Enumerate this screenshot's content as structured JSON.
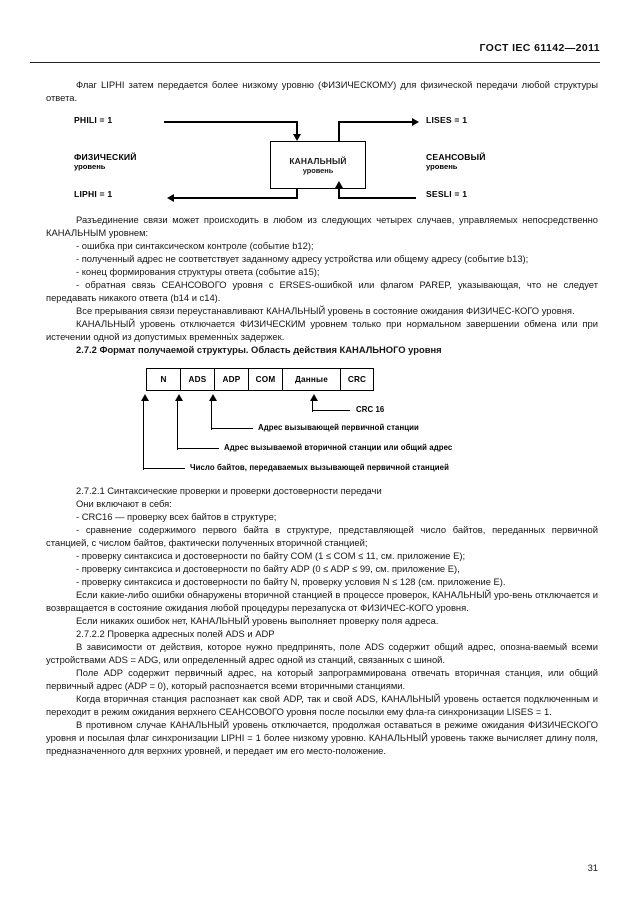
{
  "header": {
    "standard_title": "ГОСТ IEC 61142—2011"
  },
  "intro": {
    "para1": "Флаг LIPHI затем  передается более  низкому уровню (ФИЗИЧЕСКОМУ) для  физической передачи любой структуры ответа."
  },
  "layer_diagram": {
    "top_left_flag": "PHILI = 1",
    "top_right_flag": "LISES = 1",
    "bottom_left_flag": "LIPHI = 1",
    "bottom_right_flag": "SESLI = 1",
    "left_layer_name": "ФИЗИЧЕСКИЙ",
    "left_layer_sub": "уровень",
    "right_layer_name": "СЕАНСОВЫЙ",
    "right_layer_sub": "уровень",
    "center_box_line1": "КАНАЛЬНЫЙ",
    "center_box_line2": "уровень"
  },
  "body": {
    "para_disconnect": "Разъединение связи  может  происходить в  любом из следующих  четырех случаев, управляемых непосредственно КАНАЛЬНЫМ уровнем:",
    "bullet_b12": "- ошибка при синтаксическом контроле (событие b12);",
    "bullet_b13": "- полученный адрес  не соответствует заданному адресу  устройства или общему адресу  (событие b13);",
    "bullet_a15": "- конец формирования структуры ответа (событие  a15);",
    "bullet_b14c14": "- обратная связь  СЕАНСОВОГО уровня с ERSES-ошибкой или флагом  PAREP, указывающая, что не следует  передавать никакого ответа (b14 и c14).",
    "para_all_interrupts": "Все прерывания связи  переустанавливают КАНАЛЬНЫЙ уровень в состояние ожидания ФИЗИЧЕС-КОГО уровня.",
    "para_link_off": "КАНАЛЬНЫЙ  уровень  отключается  ФИЗИЧЕСКИМ уровнем только при нормальном завершении обмена  или  при  истечении  одной из  допустимых временны́х задержек.",
    "section_272": "2.7.2 Формат получаемой структуры. Область действия КАНАЛЬНОГО уровня",
    "section_2721": "2.7.2.1 Синтаксические проверки и  проверки достоверности передачи",
    "para_include": "Они включают в себя:",
    "bullet_crc16": "- CRC16 — проверку всех байтов в структуре;",
    "bullet_compare": "- сравнение содержимого первого байта в структуре,  представляющей число байтов, переданных первичной станцией, с числом байтов, фактически полученных вторичной станцией;",
    "bullet_com": "- проверку синтаксиса и достоверности по байту COM (1 ≤ COM ≤ 11, см. приложение E);",
    "bullet_adp": "- проверку синтаксиса и достоверности по байту ADP  (0 ≤ ADP ≤ 99, см. приложение E),",
    "bullet_n": "- проверку синтаксиса и достоверности по байту N,   проверку  условия N ≤ 128  (см. приложение E).",
    "para_errors": "Если  какие-либо ошибки обнаружены вторичной станцией в процессе проверок,  КАНАЛЬНЫЙ уро-вень  отключается  и  возвращается  в  состояние  ожидания любой процедуры перезапуска от ФИЗИЧЕС-КОГО уровня.",
    "para_no_errors": "Если  никаких ошибок нет, КАНАЛЬНЫЙ уровень выполняет проверку поля адреса.",
    "section_2722": "2.7.2.2  Проверка адресных полей  ADS и ADP",
    "para_ads": "В зависимости  от действия, которое нужно предпринять, поле ADS  содержит общий адрес, опозна-ваемый всеми устройствами ADS = ADG, или определенный адрес  одной из  станций,  связанных с шиной.",
    "para_adp": "Поле ADP  содержит первичный адрес, на который запрограммирована отвечать вторичная станция, или общий первичный адрес  (ADP = 0),  который распознается всеми вторичными станциями.",
    "para_recognize": "Когда вторичная станция распознает как свой ADP, так и свой ADS,  КАНАЛЬНЫЙ уровень остается подключенным и переходит в  режим ожидания  верхнего СЕАНСОВОГО уровня после посылки ему фла-га синхронизации LISES = 1.",
    "para_otherwise": "В противном случае КАНАЛЬНЫЙ уровень отключается, продолжая оставаться в режиме ожидания ФИЗИЧЕСКОГО уровня и посылая флаг синхронизации LIPHI = 1 более низкому уровню. КАНАЛЬНЫЙ уровень также  вычисляет длину поля, предназначенного для  верхних уровней, и передает им его место-положение."
  },
  "frame_diagram": {
    "cells": [
      {
        "label": "N"
      },
      {
        "label": "ADS"
      },
      {
        "label": "ADP"
      },
      {
        "label": "COM"
      },
      {
        "label": "Данные"
      },
      {
        "label": "CRC"
      }
    ],
    "callout_crc": "CRC 16",
    "callout_adp": "Адрес вызывающей первичной станции",
    "callout_ads": "Адрес вызываемой вторичной станции или общий адрес",
    "callout_n": "Число байтов, передаваемых вызывающей первичной станцией"
  },
  "footer": {
    "page_number": "31"
  }
}
